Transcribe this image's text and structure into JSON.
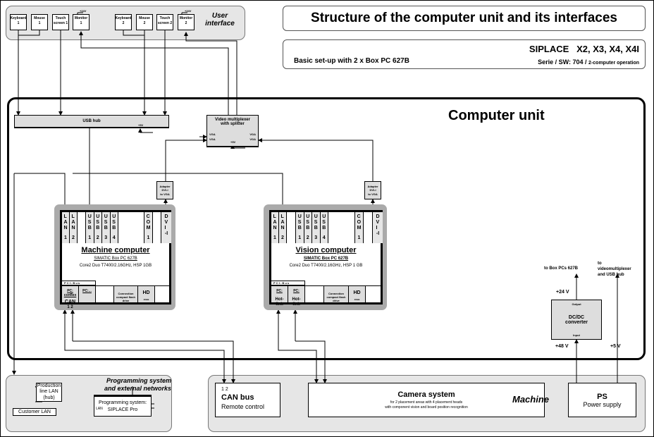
{
  "header": {
    "title": "Structure of the computer unit and its interfaces",
    "machine": "SIPLACE   X2, X3, X4, X4I",
    "setup": "Basic set-up with 2 x Box PC 627B",
    "serie": "Serie / SW: 704 /",
    "serie_small": "2-computer operation"
  },
  "user_interface": {
    "title": "User interface",
    "devices": [
      {
        "l1": "Keyboard",
        "l2": "1"
      },
      {
        "l1": "Mouse",
        "l2": "1"
      },
      {
        "l1": "Touch",
        "l2": "screen 1"
      },
      {
        "l1": "Monitor",
        "l2": "1"
      },
      {
        "l1": "Keyboard",
        "l2": "2"
      },
      {
        "l1": "Mouse",
        "l2": "2"
      },
      {
        "l1": "Touch",
        "l2": "screen 2"
      },
      {
        "l1": "Monitor",
        "l2": "2"
      }
    ],
    "monitor_power": "+24V"
  },
  "computer_unit": {
    "title": "Computer unit",
    "usb_hub": "USB hub",
    "plus5v": "+5V",
    "mux": {
      "title": "Video multiplexer with splitter",
      "vga": "VGA"
    },
    "adapter": {
      "l1": "Adapter",
      "l2": "DVI-I",
      "l3": "to VGA"
    },
    "machine_pc": {
      "title": "Machine computer",
      "model": "SIMATIC Box PC 627B",
      "spec": "Core2 Duo T7400/2.16GHz, HSP 1GB",
      "pci": "P C I - B u s",
      "slot1_l1": "PC:",
      "slot1_l2": "conflex",
      "slot1_l3": "CAN",
      "slot1_l4": "1   2",
      "slot2": "PC:...",
      "cf": "Connection compact flash drive",
      "hd": "HD",
      "hd_sub": "40GB"
    },
    "vision_pc": {
      "title": "Vision computer",
      "model": "SIMATIC Box PC 627B",
      "spec": "Core2 Duo T7400/2.16GHz, HSP 1 GB",
      "pci": "P C I - B u s",
      "slot1_l1": "PC:",
      "slot1_l2": "Hot-link",
      "slot2_l1": "PC:",
      "slot2_l2": "Hot-link",
      "cf": "Connection compact flash drive",
      "hd": "HD",
      "hd_sub": "40GB"
    },
    "ports": [
      {
        "t": "L\nA\nN",
        "n": "1"
      },
      {
        "t": "L\nA\nN",
        "n": "2"
      },
      {
        "t": "U\nS\nB",
        "n": "1"
      },
      {
        "t": "U\nS\nB",
        "n": "2"
      },
      {
        "t": "U\nS\nB",
        "n": "3"
      },
      {
        "t": "U\nS\nB",
        "n": "4"
      },
      {
        "t": "C\nO\nM",
        "n": "1"
      },
      {
        "t": "D\nV\nI",
        "n": "-I"
      }
    ],
    "power": {
      "to_pcs": "to Box PCs 627B",
      "to_mux": "to videomultiplexer and USB hub",
      "v24": "+24 V",
      "v48": "+48 V",
      "v5": "+5 V",
      "dcdc": "DC/DC converter",
      "output": "Output",
      "input": "Input"
    }
  },
  "programming": {
    "title": "Programming system and external networks",
    "prod_lan": "Production line LAN (hub)",
    "customer_lan": "Customer LAN",
    "prog_l1": "Programming system:",
    "prog_l2": "SIPLACE Pro",
    "lan": "LAN"
  },
  "machine": {
    "title": "Machine",
    "can_nums": "1  2",
    "can": "CAN bus",
    "remote": "Remote control",
    "camera": "Camera system",
    "camera_l2": "for 2 placement areas with 4 placement heads",
    "camera_l3": "with component vision and board position recognition",
    "ps": "PS",
    "ps_sub": "Power supply"
  }
}
